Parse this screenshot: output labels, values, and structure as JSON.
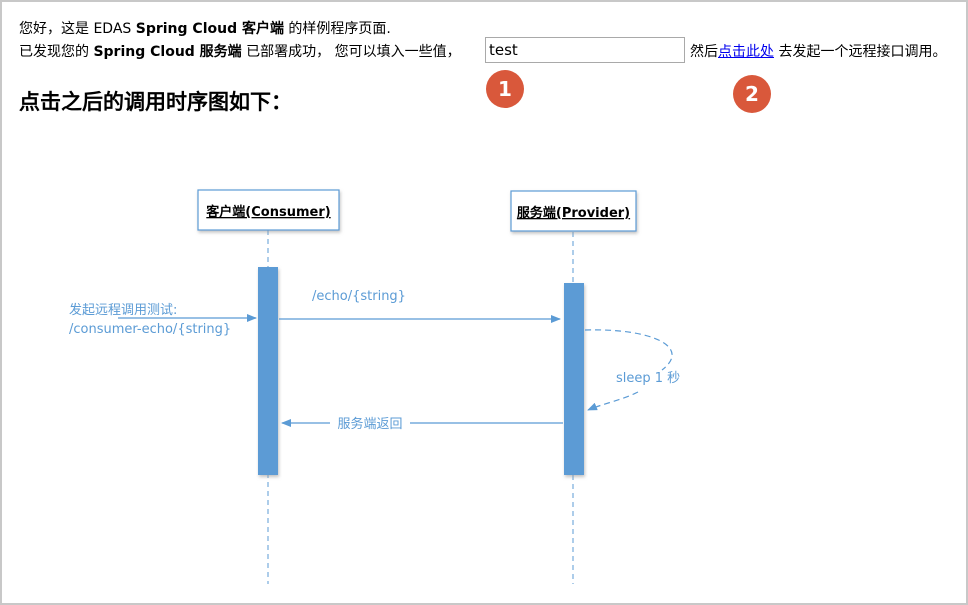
{
  "intro": {
    "line1_prefix": "您好，这是 EDAS ",
    "line1_bold": "Spring Cloud 客户端",
    "line1_suffix": " 的样例程序页面.",
    "line2_prefix": "已发现您的 ",
    "line2_bold": "Spring Cloud 服务端",
    "line2_suffix": " 已部署成功， 您可以填入一些值，",
    "line3_prefix": "然后",
    "link_text": "点击此处",
    "line3_suffix": " 去发起一个远程接口调用。"
  },
  "input": {
    "value": "test"
  },
  "badges": {
    "one": "1",
    "two": "2"
  },
  "heading": "点击之后的调用时序图如下：",
  "diagram": {
    "consumer_label": "客户端(Consumer)",
    "provider_label": "服务端(Provider)",
    "request_label_1": "发起远程调用测试:",
    "request_label_2": "/consumer-echo/{string}",
    "echo_label": "/echo/{string}",
    "sleep_label": "sleep 1 秒",
    "return_label": "服务端返回"
  },
  "colors": {
    "accent_blue": "#5b9bd5",
    "badge_red": "#d9583b",
    "link": "#0000ee"
  }
}
